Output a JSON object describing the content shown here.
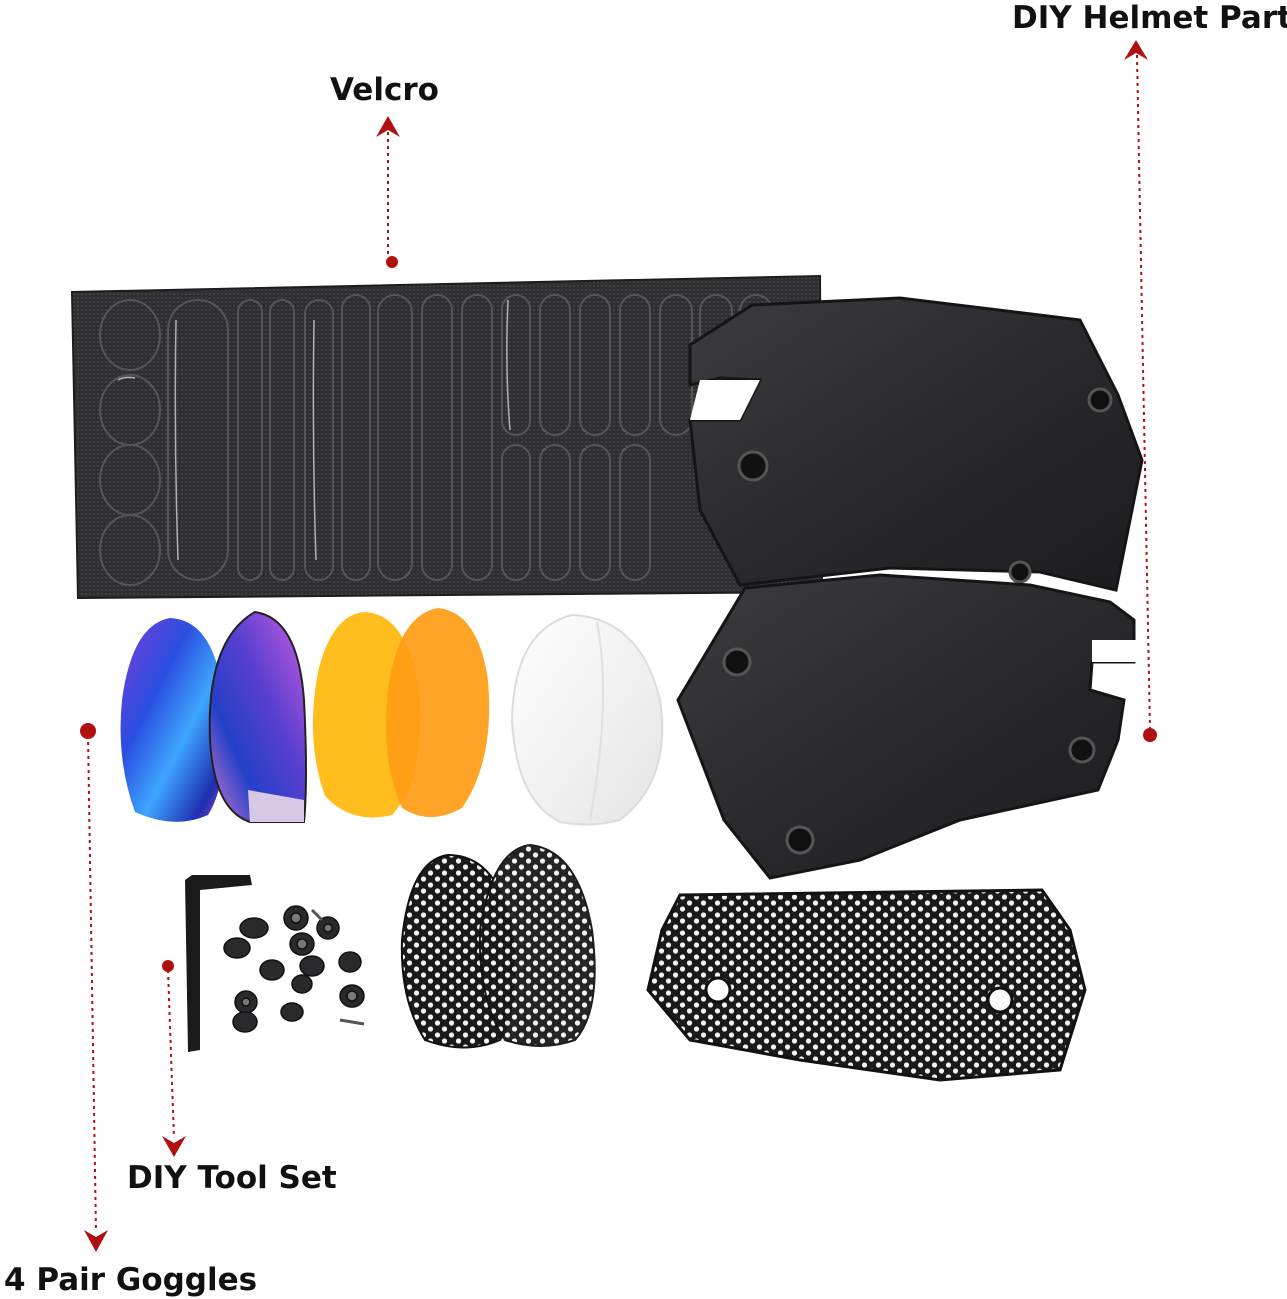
{
  "labels": {
    "velcro": "Velcro",
    "helmet_parts": "DIY Helmet Parts",
    "tool_set": "DIY Tool Set",
    "goggles": "4 Pair Goggles"
  },
  "colors": {
    "marker": "#b01010",
    "panel": "#2b2b2d",
    "velcro_bg": "#3a3a3c",
    "lens_amber": "#ffbe1e",
    "lens_orange": "#ff9c14",
    "lens_clear": "#f4f4f4",
    "lens_iridescent": "#4a4adc"
  }
}
